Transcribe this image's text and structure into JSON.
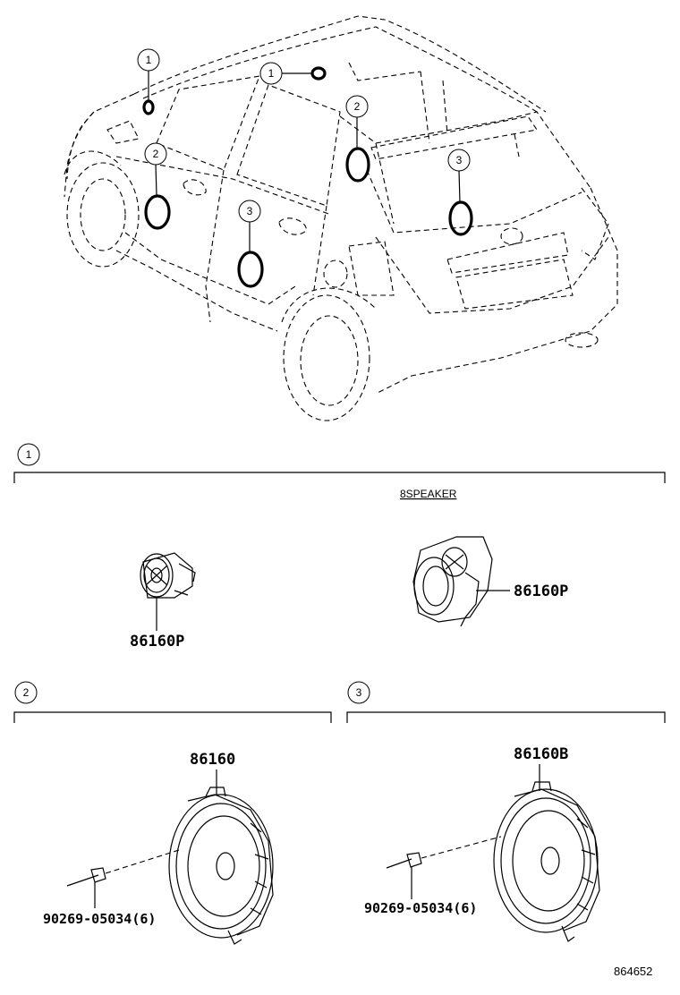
{
  "callouts": {
    "c1": "1",
    "c2": "2",
    "c3": "3"
  },
  "sections": {
    "s1_marker": "1",
    "s2_marker": "2",
    "s3_marker": "3",
    "s1_variant_label": "8SPEAKER"
  },
  "parts": {
    "tweeter_left": "86160P",
    "tweeter_right": "86160P",
    "front_speaker": "86160",
    "front_screw": "90269-05034(6)",
    "rear_speaker": "86160B",
    "rear_screw": "90269-05034(6)"
  },
  "reference_code": "864652"
}
